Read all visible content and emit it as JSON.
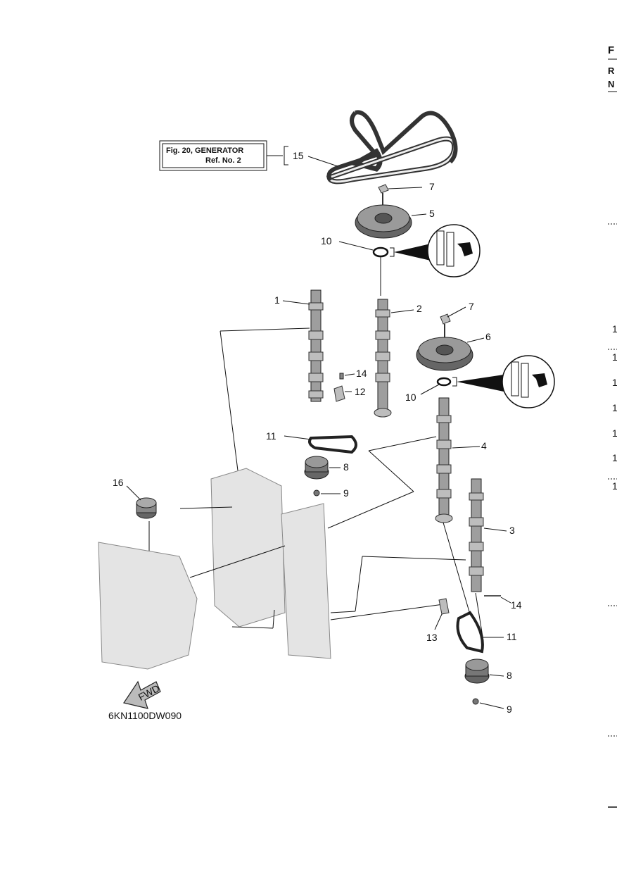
{
  "header": {
    "edge_letters": [
      "F",
      "R",
      "N"
    ]
  },
  "reference_box": {
    "line1": "Fig. 20, GENERATOR",
    "line2": "Ref. No. 2"
  },
  "callouts": [
    {
      "id": "c15",
      "text": "15"
    },
    {
      "id": "c7a",
      "text": "7"
    },
    {
      "id": "c5",
      "text": "5"
    },
    {
      "id": "c10a",
      "text": "10"
    },
    {
      "id": "c1",
      "text": "1"
    },
    {
      "id": "c2",
      "text": "2"
    },
    {
      "id": "c7b",
      "text": "7"
    },
    {
      "id": "c6",
      "text": "6"
    },
    {
      "id": "c14a",
      "text": "14"
    },
    {
      "id": "c12",
      "text": "12"
    },
    {
      "id": "c10b",
      "text": "10"
    },
    {
      "id": "c11a",
      "text": "11"
    },
    {
      "id": "c4",
      "text": "4"
    },
    {
      "id": "c8a",
      "text": "8"
    },
    {
      "id": "c16",
      "text": "16"
    },
    {
      "id": "c9a",
      "text": "9"
    },
    {
      "id": "c3",
      "text": "3"
    },
    {
      "id": "c14b",
      "text": "14"
    },
    {
      "id": "c13",
      "text": "13"
    },
    {
      "id": "c11b",
      "text": "11"
    },
    {
      "id": "c8b",
      "text": "8"
    },
    {
      "id": "c9b",
      "text": "9"
    }
  ],
  "fwd_arrow": {
    "text": "FWD"
  },
  "diagram_code": "6KN1100DW090",
  "right_edge_marks": [
    "1",
    "1",
    "1",
    "1",
    "1",
    "1",
    "1"
  ],
  "colors": {
    "line": "#111111",
    "part_fill": "#bdbdbd",
    "block_fill": "#e4e4e4"
  },
  "icons": [
    "grease-application-icon",
    "fwd-arrow-icon"
  ]
}
